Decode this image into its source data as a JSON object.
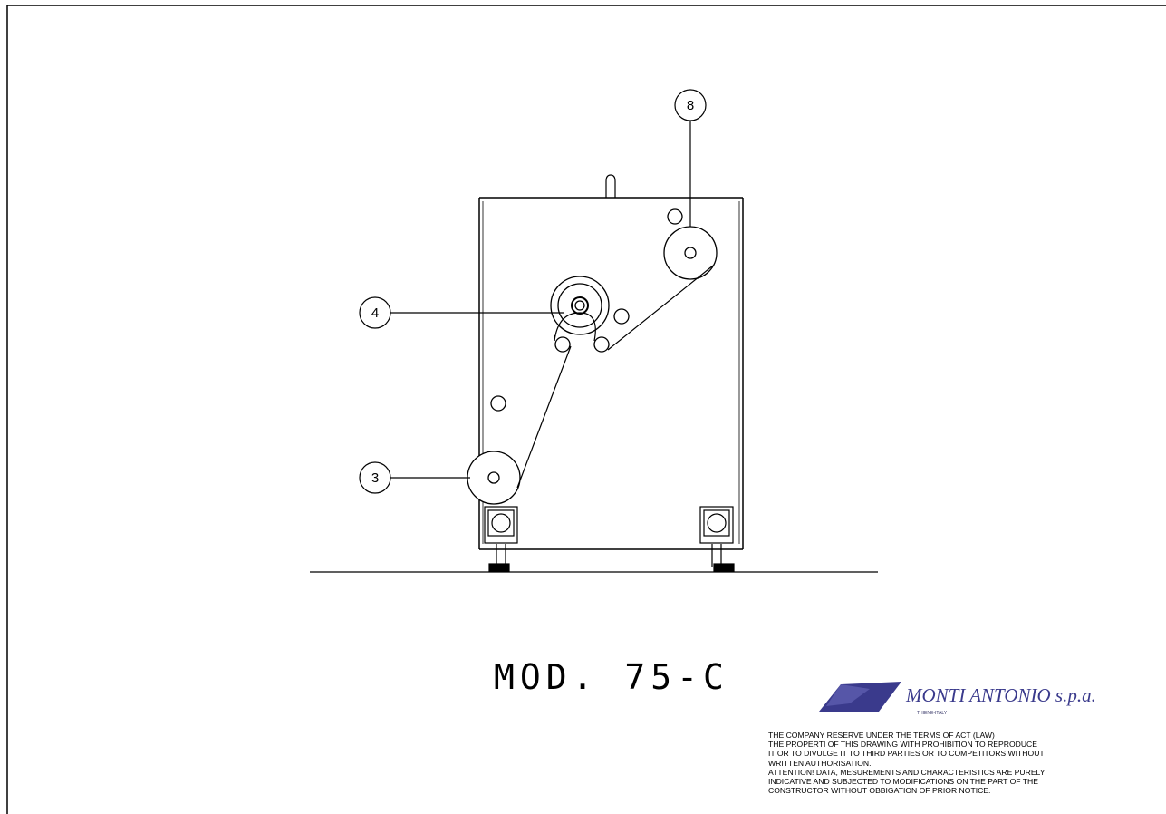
{
  "drawing": {
    "callouts": [
      {
        "id": "callout-3",
        "label": "3"
      },
      {
        "id": "callout-4",
        "label": "4"
      },
      {
        "id": "callout-8",
        "label": "8"
      }
    ],
    "model": "MOD. 75-C"
  },
  "title_block": {
    "company": "MONTI ANTONIO s.p.a.",
    "company_sub": "THIENE-ITALY",
    "logo_color": "#3a3a8c",
    "notice_lines": [
      "THE COMPANY RESERVE UNDER THE TERMS OF ACT (LAW)",
      "THE PROPERTI OF THIS DRAWING WITH PROHIBITION TO REPRODUCE",
      "IT OR TO DIVULGE IT TO THIRD PARTIES OR TO COMPETITORS WITHOUT",
      "WRITTEN AUTHORISATION.",
      "ATTENTION! DATA, MESUREMENTS AND CHARACTERISTICS ARE PURELY",
      "INDICATIVE AND SUBJECTED TO MODIFICATIONS ON THE PART OF THE",
      "CONSTRUCTOR WITHOUT OBBIGATION OF PRIOR NOTICE."
    ]
  }
}
